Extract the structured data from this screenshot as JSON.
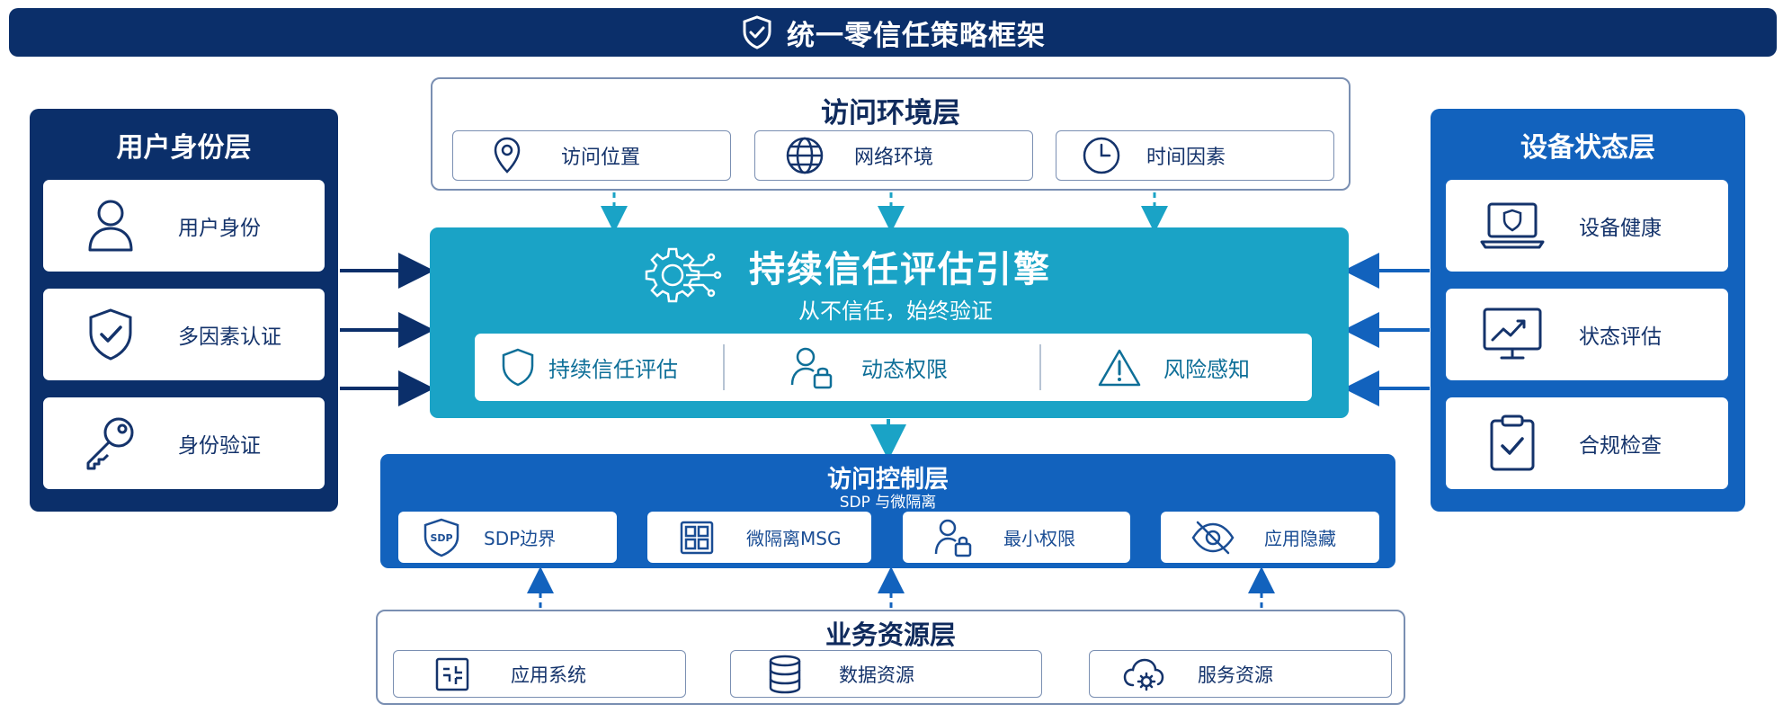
{
  "title": "统一零信任策略框架",
  "user_layer": {
    "title": "用户身份层",
    "items": [
      {
        "label": "用户身份",
        "icon": "user-icon"
      },
      {
        "label": "多因素认证",
        "icon": "shield-check-icon"
      },
      {
        "label": "身份验证",
        "icon": "key-icon"
      }
    ]
  },
  "env_layer": {
    "title": "访问环境层",
    "items": [
      {
        "label": "访问位置",
        "icon": "location-pin-icon"
      },
      {
        "label": "网络环境",
        "icon": "globe-icon"
      },
      {
        "label": "时间因素",
        "icon": "clock-icon"
      }
    ]
  },
  "engine": {
    "title": "持续信任评估引擎",
    "subtitle": "从不信任，始终验证",
    "features": [
      {
        "label": "持续信任评估",
        "icon": "shield-icon"
      },
      {
        "label": "动态权限",
        "icon": "user-lock-icon"
      },
      {
        "label": "风险感知",
        "icon": "warning-icon"
      }
    ]
  },
  "device_layer": {
    "title": "设备状态层",
    "items": [
      {
        "label": "设备健康",
        "icon": "laptop-shield-icon"
      },
      {
        "label": "状态评估",
        "icon": "monitor-chart-icon"
      },
      {
        "label": "合规检查",
        "icon": "clipboard-check-icon"
      }
    ]
  },
  "control_layer": {
    "title": "访问控制层",
    "subtitle": "SDP 与微隔离",
    "items": [
      {
        "label": "SDP边界",
        "icon": "sdp-shield-icon",
        "badge": "SDP"
      },
      {
        "label": "微隔离MSG",
        "icon": "grid-icon"
      },
      {
        "label": "最小权限",
        "icon": "user-lock-icon"
      },
      {
        "label": "应用隐藏",
        "icon": "eye-off-icon"
      }
    ]
  },
  "biz_layer": {
    "title": "业务资源层",
    "items": [
      {
        "label": "应用系统",
        "icon": "app-system-icon"
      },
      {
        "label": "数据资源",
        "icon": "database-icon"
      },
      {
        "label": "服务资源",
        "icon": "cloud-gear-icon"
      }
    ]
  },
  "colors": {
    "navy": "#0b2f6a",
    "blue": "#1262bd",
    "teal": "#1aa3c6",
    "arrow_teal": "#1aa3c6",
    "arrow_navy": "#0b2f6a"
  }
}
